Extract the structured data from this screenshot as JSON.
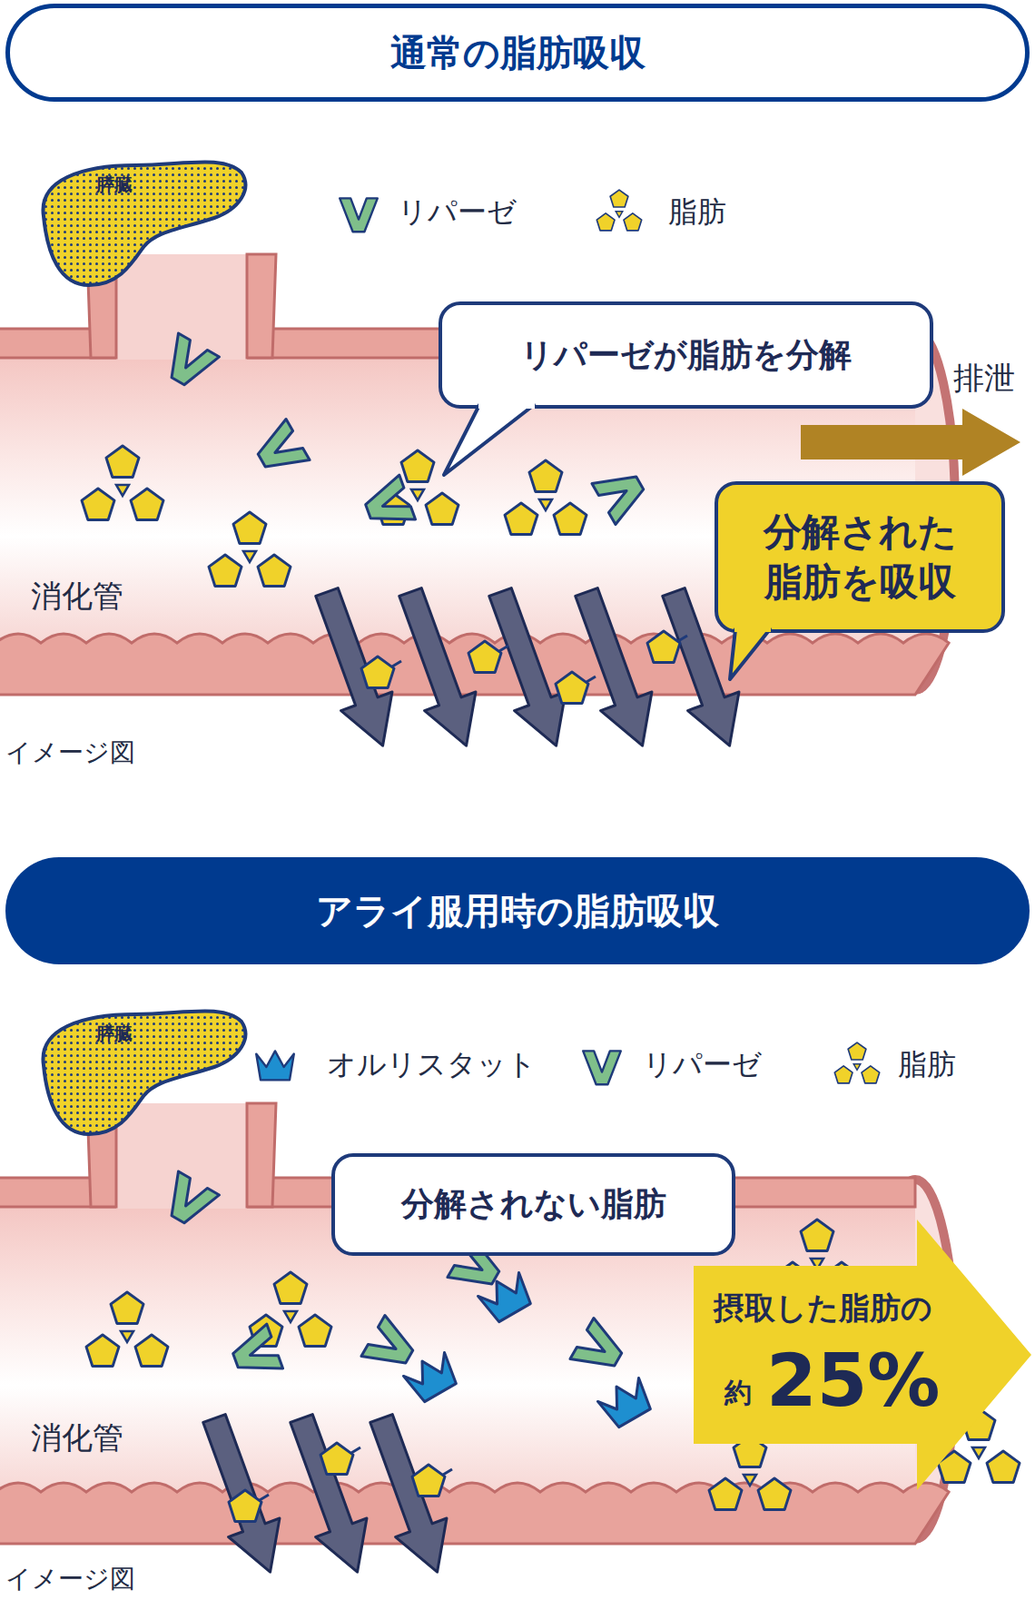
{
  "diagram": {
    "nodes": [
      {
        "text": [
          "通常の脂肪吸収"
        ]
      },
      {
        "text": [
          "膵臓"
        ]
      },
      {
        "text": [
          "リパーゼが脂肪を分解"
        ]
      },
      {
        "text": [
          "分解された 脂肪を吸収"
        ]
      },
      {
        "text": [
          "アライ服用時の脂肪吸収"
        ]
      },
      {
        "text": [
          "膵臓"
        ]
      },
      {
        "text": [
          "分解されない脂肪"
        ]
      },
      {
        "text": [
          "摂取した脂肪の",
          "約",
          "25%"
        ]
      }
    ],
    "labels": [
      "排泄",
      "消化管",
      "イメージ図",
      "消化管",
      "イメージ図"
    ],
    "legend": [
      {
        "text": "リパーゼ"
      },
      {
        "text": "脂肪"
      },
      {
        "text": "オルリスタット"
      },
      {
        "text": "リパーゼ"
      },
      {
        "text": "脂肪"
      }
    ]
  }
}
